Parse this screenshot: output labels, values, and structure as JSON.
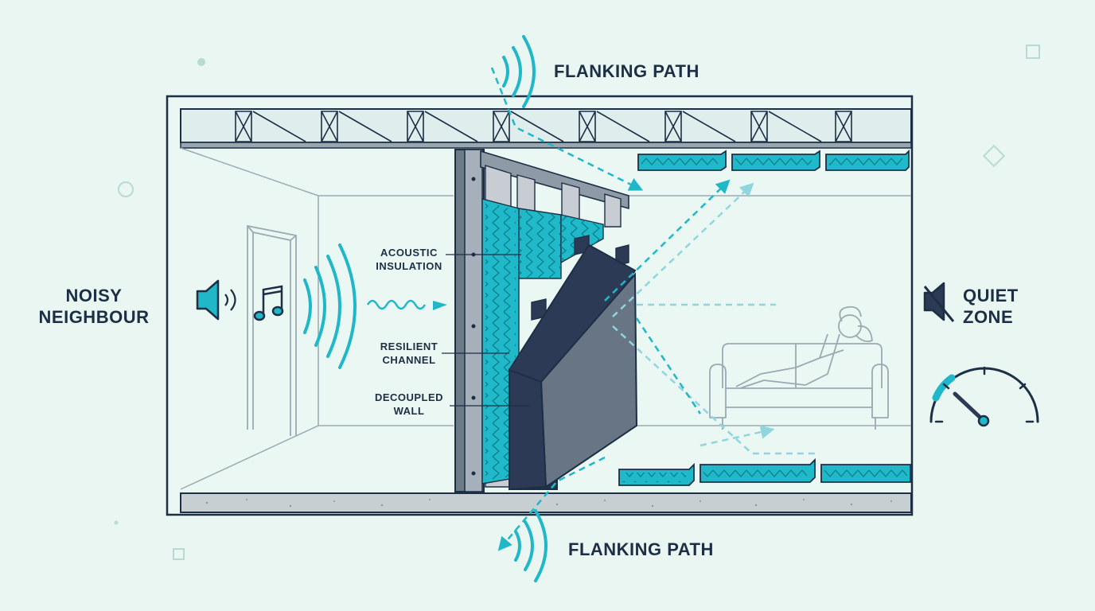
{
  "labels": {
    "flanking_top": "FLANKING PATH",
    "flanking_bottom": "FLANKING PATH",
    "noisy_line1": "NOISY",
    "noisy_line2": "NEIGHBOUR",
    "quiet_line1": "QUIET",
    "quiet_line2": "ZONE",
    "acoustic_line1": "ACOUSTIC",
    "acoustic_line2": "INSULATION",
    "resilient_line1": "RESILIENT",
    "resilient_line2": "CHANNEL",
    "decoupled_line1": "DECOUPLED",
    "decoupled_line2": "WALL"
  },
  "icons": {
    "speaker": "speaker-icon",
    "music_note": "music-note-icon",
    "muted_speaker": "muted-speaker-icon",
    "gauge": "noise-gauge-icon"
  },
  "colors": {
    "background": "#e9f6f2",
    "outline": "#1d2f45",
    "accent": "#20b8c8",
    "panel": "#2c3a55",
    "insulation": "#1fb9c9"
  }
}
